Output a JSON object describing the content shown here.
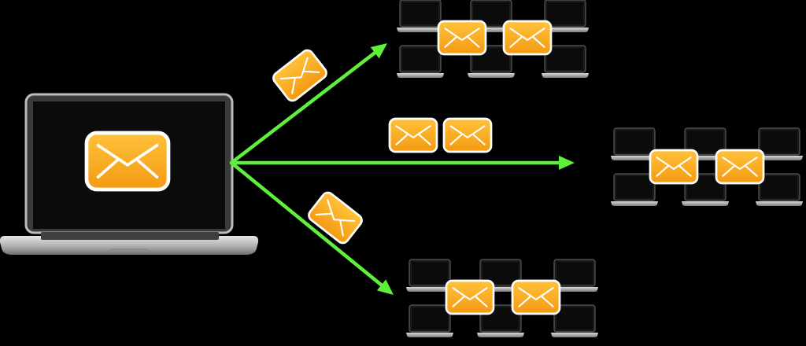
{
  "diagram": {
    "title": "",
    "colors": {
      "background": "#000000",
      "arrow": "#5ef03a",
      "envelope_top": "#ffc23a",
      "envelope_bottom": "#f39a12",
      "envelope_border": "#ffffff",
      "laptop_body": "#c9c9c9",
      "screen": "#0b0b0b"
    },
    "sender": {
      "icon": "laptop-icon",
      "content_icon": "envelope-icon"
    },
    "routes": [
      {
        "target": "recipient-group-top",
        "envelopes_in_transit": 1
      },
      {
        "target": "recipient-group-middle",
        "envelopes_in_transit": 2
      },
      {
        "target": "recipient-group-bottom",
        "envelopes_in_transit": 1
      }
    ],
    "recipient_groups": [
      {
        "laptops": 6,
        "envelopes": 2
      },
      {
        "laptops": 6,
        "envelopes": 2
      },
      {
        "laptops": 6,
        "envelopes": 2
      }
    ]
  }
}
